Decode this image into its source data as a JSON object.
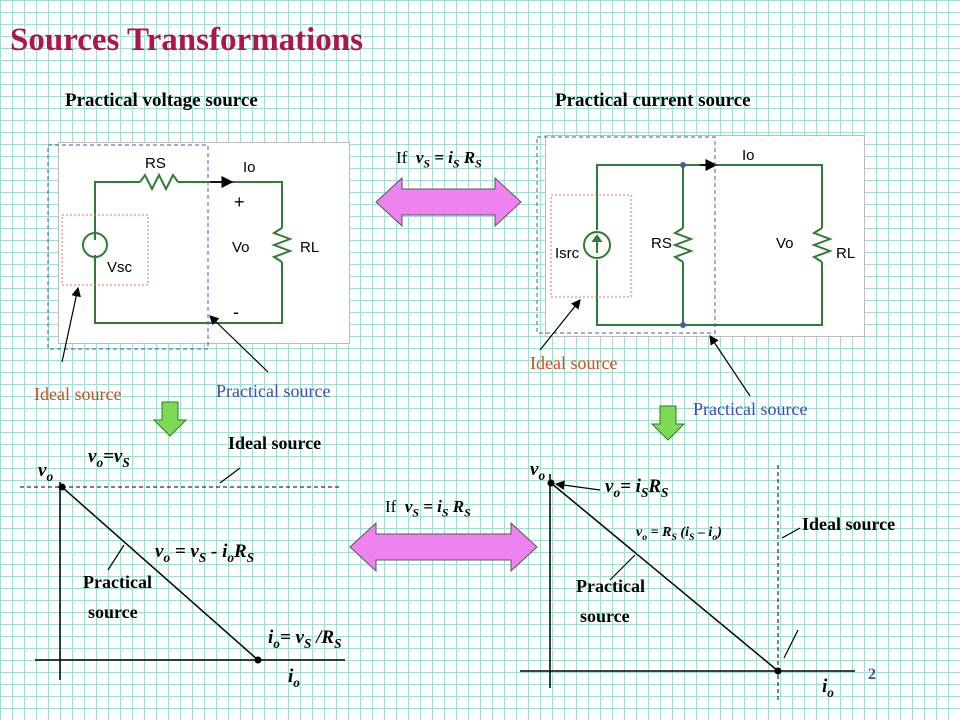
{
  "title": "Sources Transformations",
  "left_heading": "Practical voltage source",
  "right_heading": "Practical current source",
  "condition_top": "If",
  "condition_bottom": "If",
  "left_circuit": {
    "rs": "RS",
    "io": "Io",
    "plus": "+",
    "minus": "-",
    "vo": "Vo",
    "rl": "RL",
    "src": "Vsc"
  },
  "right_circuit": {
    "io": "Io",
    "src": "Isrc",
    "rs": "RS",
    "vo": "Vo",
    "rl": "RL"
  },
  "left_labels": {
    "ideal": "Ideal source",
    "practical": "Practical source"
  },
  "right_labels": {
    "ideal": "Ideal source",
    "practical": "Practical source"
  },
  "left_graph": {
    "ideal": "Ideal source",
    "practical_line1": "Practical",
    "practical_line2": "source"
  },
  "right_graph": {
    "ideal": "Ideal source",
    "practical_line1": "Practical",
    "practical_line2": "source"
  },
  "page_number": "2",
  "colors": {
    "title": "#b0134e",
    "arrow": "#ee82ee",
    "down_arrow": "#7ed957",
    "ideal_label": "#d24a1d",
    "practical_label": "#3a4bb0",
    "wire": "#2e7d32"
  }
}
